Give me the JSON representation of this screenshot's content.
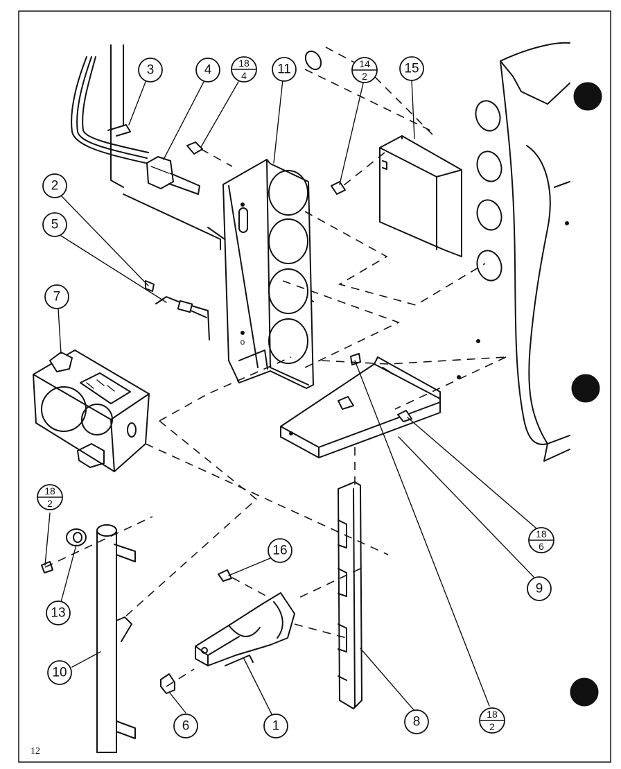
{
  "page_number": "12",
  "callouts": [
    {
      "id": "1",
      "label": "1"
    },
    {
      "id": "2",
      "label": "2"
    },
    {
      "id": "3",
      "label": "3"
    },
    {
      "id": "4",
      "label": "4"
    },
    {
      "id": "5",
      "label": "5"
    },
    {
      "id": "6",
      "label": "6"
    },
    {
      "id": "7",
      "label": "7"
    },
    {
      "id": "8",
      "label": "8"
    },
    {
      "id": "9",
      "label": "9"
    },
    {
      "id": "10",
      "label": "10"
    },
    {
      "id": "11",
      "label": "11"
    },
    {
      "id": "13",
      "label": "13"
    },
    {
      "id": "15",
      "label": "15"
    },
    {
      "id": "16",
      "label": "16"
    }
  ],
  "fraction_callouts": [
    {
      "id": "18-4",
      "top": "18",
      "bottom": "4"
    },
    {
      "id": "14-2",
      "top": "14",
      "bottom": "2"
    },
    {
      "id": "18-2-left",
      "top": "18",
      "bottom": "2"
    },
    {
      "id": "18-6",
      "top": "18",
      "bottom": "6"
    },
    {
      "id": "18-2-bottom",
      "top": "18",
      "bottom": "2"
    }
  ],
  "colors": {
    "ink": "#111111",
    "paper": "#ffffff"
  }
}
